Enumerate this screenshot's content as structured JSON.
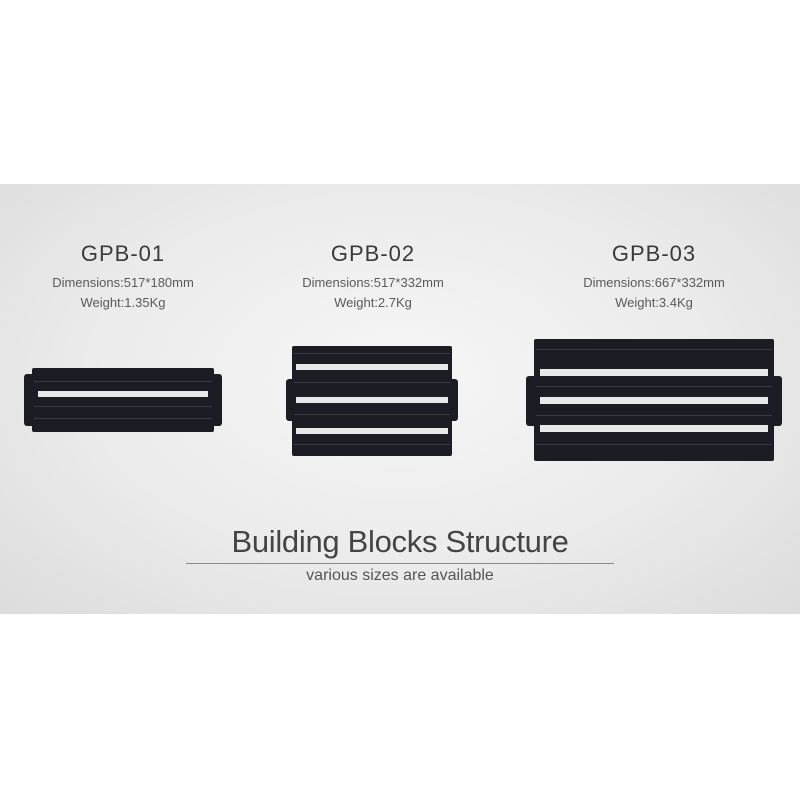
{
  "products": [
    {
      "model": "GPB-01",
      "dimensions": "Dimensions:517*180mm",
      "weight": "Weight:1.35Kg"
    },
    {
      "model": "GPB-02",
      "dimensions": "Dimensions:517*332mm",
      "weight": "Weight:2.7Kg"
    },
    {
      "model": "GPB-03",
      "dimensions": "Dimensions:667*332mm",
      "weight": "Weight:3.4Kg"
    }
  ],
  "headline": "Building Blocks Structure",
  "subtitle": "various sizes are available",
  "colors": {
    "board": "#1c1d24",
    "slot": "#f2f2f2",
    "background": "#e8e8e8"
  }
}
